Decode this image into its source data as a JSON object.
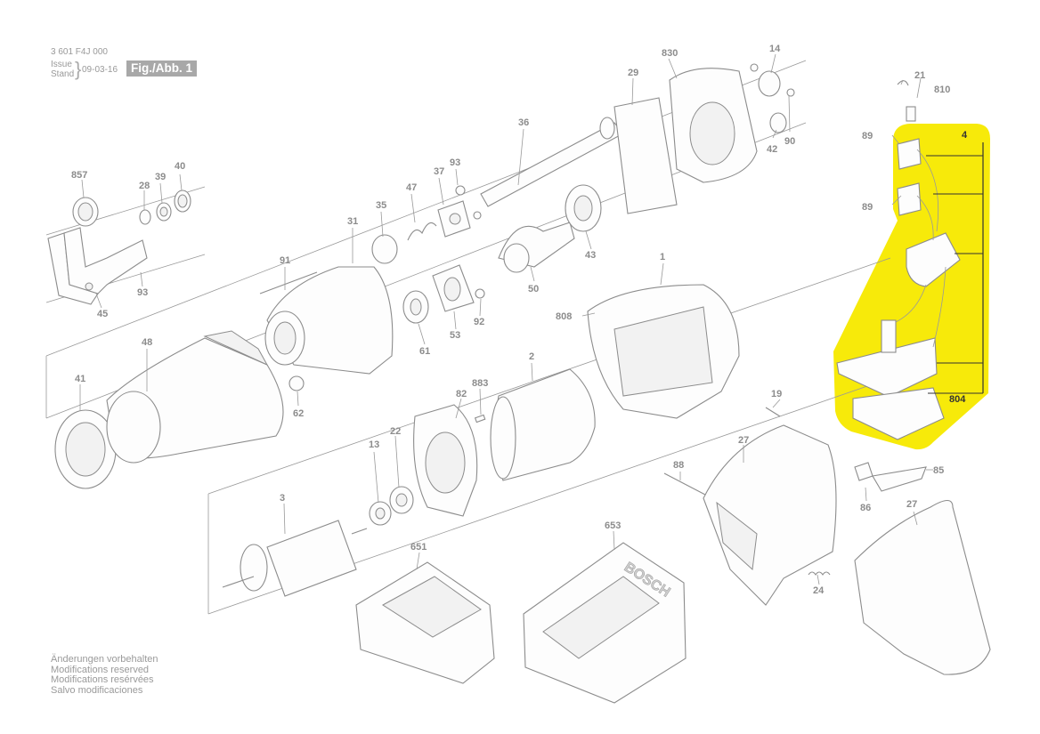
{
  "header": {
    "doc_number": "3 601 F4J 000",
    "issue_label": "Issue",
    "stand_label": "Stand",
    "date": "09-03-16",
    "figure_label": "Fig./Abb. 1"
  },
  "disclaimer": [
    "Änderungen vorbehalten",
    "Modifications reserved",
    "Modifications resérvées",
    "Salvo modificaciones"
  ],
  "brand_text": "BOSCH",
  "highlight_color": "#f7ea0a",
  "parts": {
    "p1": "1",
    "p2": "2",
    "p3": "3",
    "p4": "4",
    "p13": "13",
    "p14": "14",
    "p19": "19",
    "p21": "21",
    "p22": "22",
    "p24": "24",
    "p27a": "27",
    "p27b": "27",
    "p28": "28",
    "p29": "29",
    "p31": "31",
    "p35": "35",
    "p36": "36",
    "p37": "37",
    "p39": "39",
    "p40": "40",
    "p41": "41",
    "p42": "42",
    "p43": "43",
    "p45": "45",
    "p47": "47",
    "p48": "48",
    "p50": "50",
    "p53": "53",
    "p61": "61",
    "p62": "62",
    "p82": "82",
    "p85": "85",
    "p86": "86",
    "p88": "88",
    "p89a": "89",
    "p89b": "89",
    "p90": "90",
    "p91": "91",
    "p92": "92",
    "p93a": "93",
    "p93b": "93",
    "p651": "651",
    "p653": "653",
    "p804": "804",
    "p808": "808",
    "p810": "810",
    "p830": "830",
    "p857": "857",
    "p883": "883"
  }
}
